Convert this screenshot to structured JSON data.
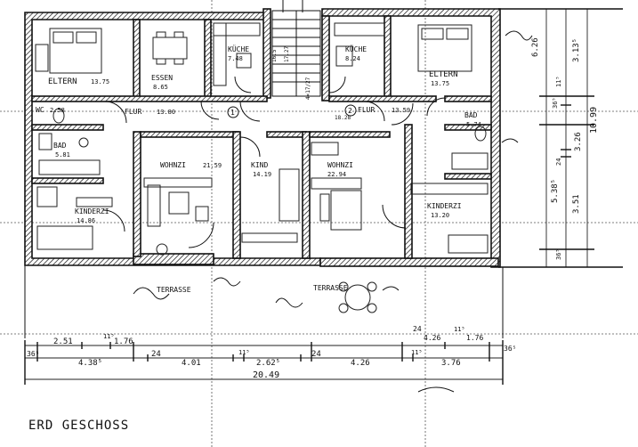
{
  "title": "ERD GESCHOSS",
  "rooms": {
    "eltern_left": {
      "name": "ELTERN",
      "area": "13.75"
    },
    "essen": {
      "name": "ESSEN",
      "area": "8.65"
    },
    "kueche_left": {
      "name": "KÜCHE",
      "area": "7.48"
    },
    "wc": {
      "name": "WC",
      "area": "2.58"
    },
    "flur_left": {
      "name": "FLUR",
      "area": "13.80"
    },
    "bad_left": {
      "name": "BAD",
      "area": "5.81"
    },
    "kinder_left": {
      "name": "KINDERZI",
      "area": "14.86"
    },
    "wohnz_left": {
      "name": "WOHNZI",
      "area": "21.59"
    },
    "kind": {
      "name": "KIND",
      "area": "14.19"
    },
    "wohnz_right": {
      "name": "WOHNZI",
      "area": "22.94"
    },
    "kueche_right": {
      "name": "KÜCHE",
      "area": "8.24"
    },
    "eltern_right": {
      "name": "ELTERN",
      "area": "13.75"
    },
    "flur_right": {
      "name": "FLUR",
      "area": "13.59"
    },
    "flur_right_small": {
      "area": "18.28"
    },
    "bad_right": {
      "name": "BAD",
      "area": "5.74"
    },
    "kinder_right": {
      "name": "KINDERZI",
      "area": "13.20"
    },
    "terrasse_left": {
      "name": "TERRASSE"
    },
    "terrasse_right": {
      "name": "TERRASSE"
    }
  },
  "markers": {
    "unit1": "1",
    "unit2": "2"
  },
  "dimensions_bottom": {
    "row1": [
      "2.51",
      "11⁵",
      "1.76",
      "24",
      "4.26",
      "11⁵",
      "1.76"
    ],
    "row2": [
      "36⁵",
      "4.38⁵",
      "24",
      "4.01",
      "11⁵",
      "2.62⁵",
      "24",
      "4.26",
      "11⁵",
      "3.76",
      "36⁵"
    ],
    "total": "20.49"
  },
  "dimensions_right": {
    "outer": [
      "6.26",
      "36⁵",
      "10.99",
      "36⁵"
    ],
    "inner": [
      "3.13⁵",
      "11⁵",
      "3.26",
      "24",
      "5.38⁵",
      "3.51"
    ]
  },
  "stair_labels": [
    "16.5",
    "17.27",
    "4×17/27"
  ]
}
